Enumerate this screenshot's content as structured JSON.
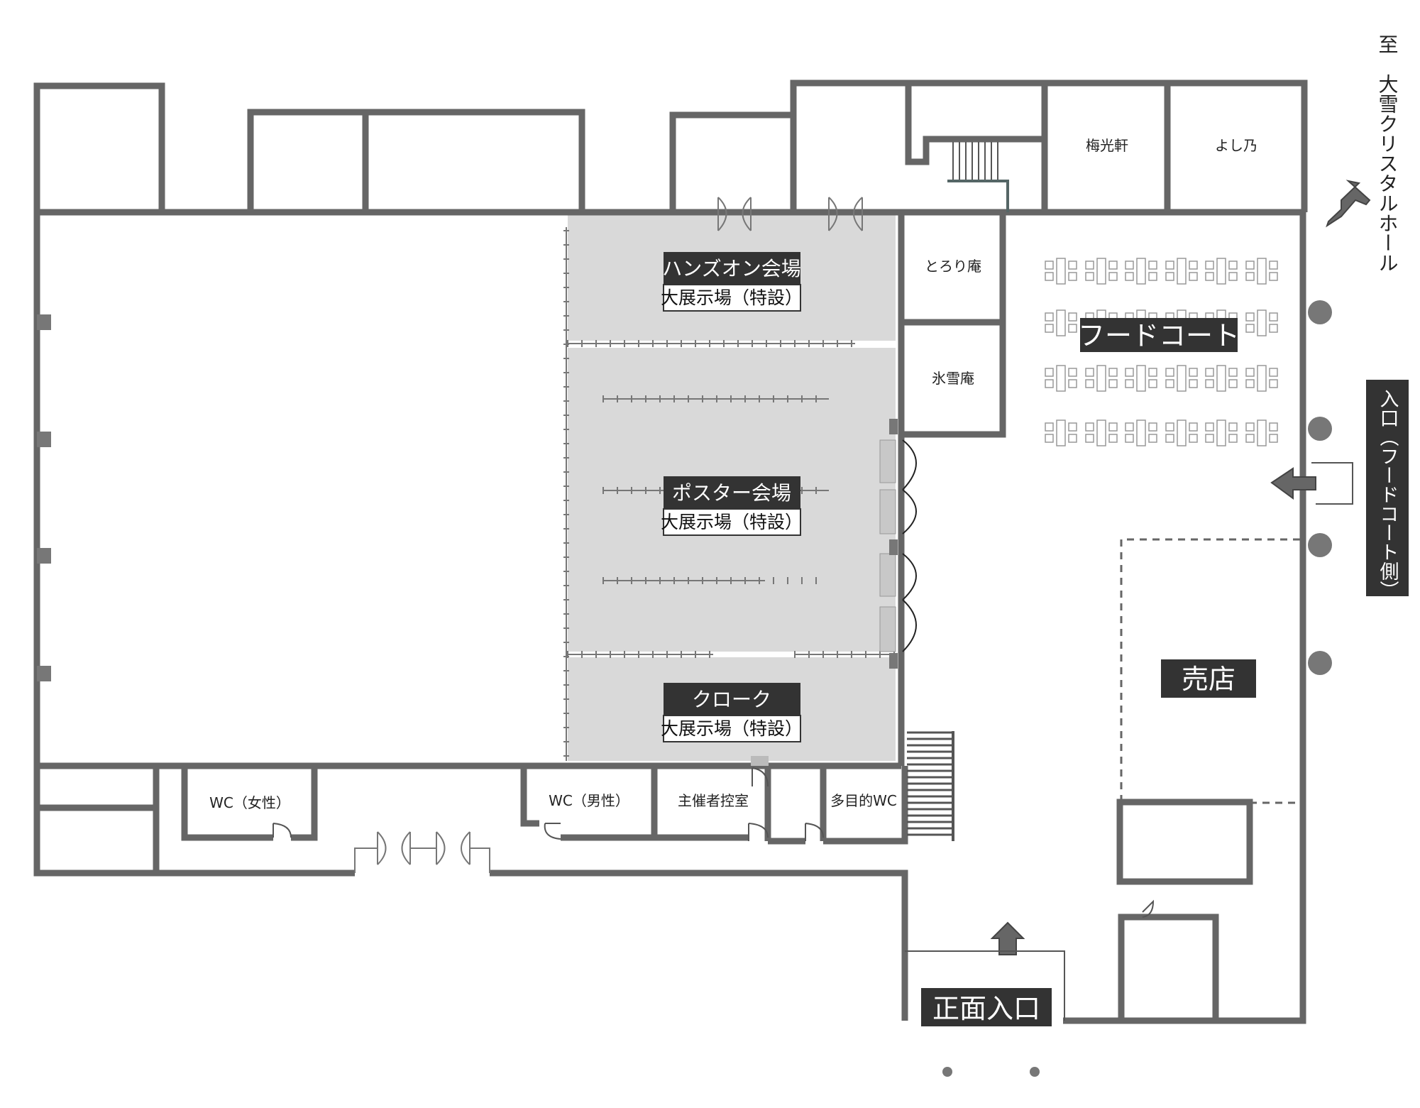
{
  "rooms": {
    "baikoken": "梅光軒",
    "yoshino": "よし乃",
    "torori": "とろり庵",
    "hyosetsu": "氷雪庵",
    "wc_female": "WC（女性）",
    "wc_male": "WC（男性）",
    "organizer": "主催者控室",
    "wc_multi": "多目的WC"
  },
  "venues": {
    "handson": {
      "title": "ハンズオン会場",
      "sub": "大展示場（特設）"
    },
    "poster": {
      "title": "ポスター会場",
      "sub": "大展示場（特設）"
    },
    "cloak": {
      "title": "クローク",
      "sub": "大展示場（特設）"
    }
  },
  "areas": {
    "food_court": "フードコート",
    "shop": "売店",
    "main_entrance": "正面入口"
  },
  "signs": {
    "to_crystal_hall": "至　大雪クリスタルホール",
    "foodcourt_entrance": "入口（フードコート側）"
  },
  "colors": {
    "wall": "#666666",
    "venue_fill": "#d9d9d9",
    "label_dark": "#333333"
  }
}
